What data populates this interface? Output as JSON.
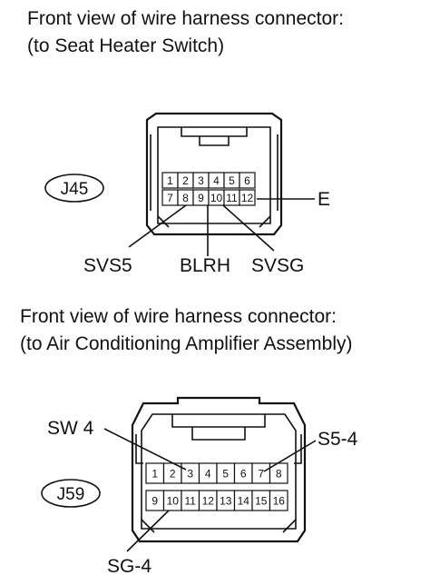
{
  "connector1": {
    "caption_line1": "Front view of wire harness connector:",
    "caption_line2": "(to Seat Heater Switch)",
    "id": "J45",
    "pins_row1": [
      "1",
      "2",
      "3",
      "4",
      "5",
      "6"
    ],
    "pins_row2": [
      "7",
      "8",
      "9",
      "10",
      "11",
      "12"
    ],
    "labels": {
      "e": "E",
      "svs5": "SVS5",
      "blrh": "BLRH",
      "svsg": "SVSG"
    }
  },
  "connector2": {
    "caption_line1": "Front view of wire harness connector:",
    "caption_line2": "(to Air Conditioning Amplifier Assembly)",
    "id": "J59",
    "pins_row1": [
      "1",
      "2",
      "3",
      "4",
      "5",
      "6",
      "7",
      "8"
    ],
    "pins_row2": [
      "9",
      "10",
      "11",
      "12",
      "13",
      "14",
      "15",
      "16"
    ],
    "labels": {
      "sw4": "SW 4",
      "s54": "S5-4",
      "sg4": "SG-4"
    }
  }
}
